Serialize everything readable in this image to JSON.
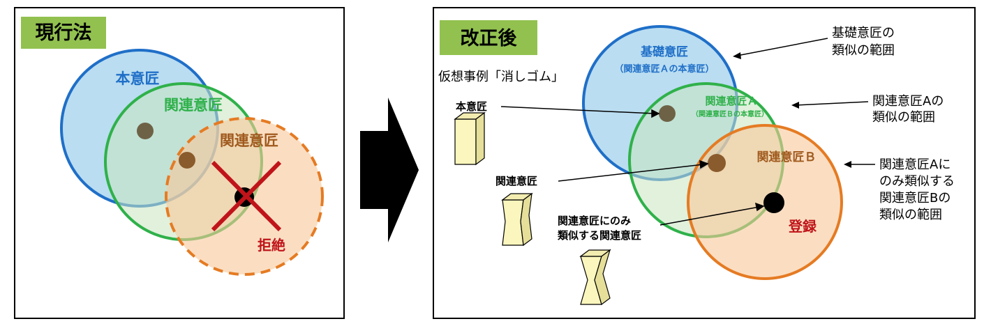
{
  "left_panel": {
    "title": "現行法",
    "circle_labels": {
      "main": "本意匠",
      "related": "関連意匠",
      "related2": "関連意匠"
    },
    "rejection_label": "拒絶"
  },
  "right_panel": {
    "title": "改正後",
    "example_label": "仮想事例「消しゴム」",
    "circle_labels": {
      "base": "基礎意匠",
      "base_sub": "（関連意匠Ａの本意匠）",
      "related_a": "関連意匠Ａ",
      "related_a_sub": "（関連意匠Ｂの本意匠）",
      "related_b": "関連意匠Ｂ",
      "registration": "登録"
    },
    "object_labels": {
      "main": "本意匠",
      "related": "関連意匠",
      "only_similar_line1": "関連意匠にのみ",
      "only_similar_line2": "類似する関連意匠"
    },
    "annotations": {
      "base_range_line1": "基礎意匠の",
      "base_range_line2": "類似の範囲",
      "a_range_line1": "関連意匠Aの",
      "a_range_line2": "類似の範囲",
      "b_range_line1": "関連意匠Aに",
      "b_range_line2": "のみ類似する",
      "b_range_line3": "関連意匠Bの",
      "b_range_line4": "類似の範囲"
    }
  },
  "colors": {
    "blue": "#1f6fc8",
    "blue_fill": "#a9d4ee",
    "green": "#2fb14a",
    "green_fill": "#c8e6c0",
    "orange": "#e57b23",
    "orange_fill": "#f8c89a",
    "title_bg": "#92c150",
    "reject_red": "#c0141a",
    "eraser": "#fbf6bd"
  }
}
